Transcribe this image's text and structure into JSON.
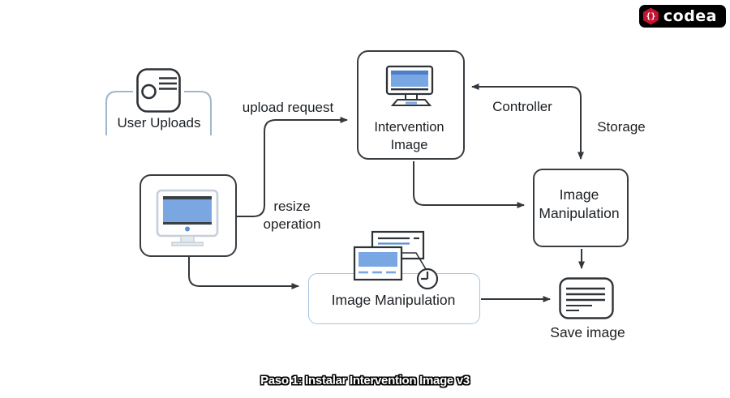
{
  "brand": {
    "badge_glyph": "{}",
    "name": "codea",
    "badge_color": "#c41431",
    "pill_color": "#000000"
  },
  "caption": {
    "text": "Paso 1: Instalar Intervention Image v3"
  },
  "diagram": {
    "nodes": {
      "user_uploads": {
        "label": "User Uploads"
      },
      "intervention_image": {
        "line1": "Intervention",
        "line2": "Image"
      },
      "image_manipulation_right": {
        "line1": "Image",
        "line2": "Manipulation"
      },
      "image_manipulation_bottom": {
        "label": "Image Manipulation"
      },
      "save_image": {
        "label": "Save image"
      }
    },
    "edge_labels": {
      "upload_request": "upload request",
      "controller": "Controller",
      "storage": "Storage",
      "resize_operation_line1": "resize",
      "resize_operation_line2": "operation"
    },
    "colors": {
      "stroke": "#33383c",
      "blue_fill": "#79a7e4",
      "blue_accent": "#4d7fc9",
      "light_blue_border": "#a9c4e2",
      "bracket": "#9fb6cc",
      "gray_frame": "#c6cfd9"
    }
  }
}
